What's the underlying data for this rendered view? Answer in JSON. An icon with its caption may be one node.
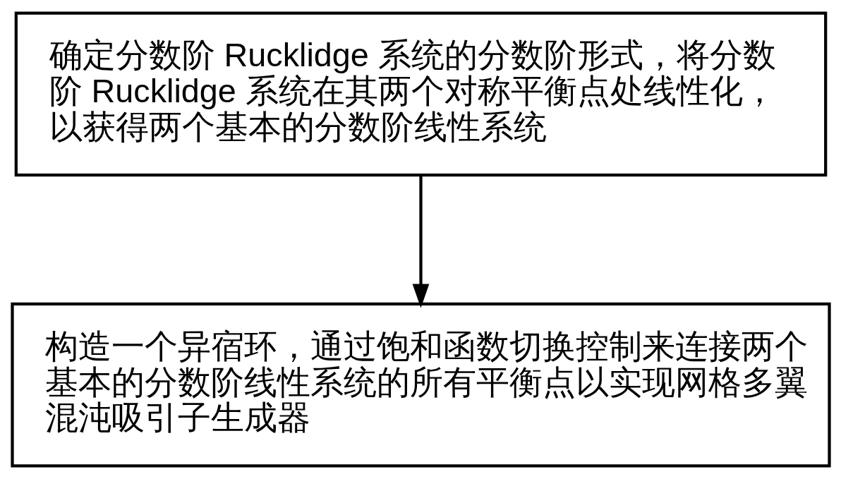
{
  "diagram": {
    "nodes": [
      {
        "text": [
          "确定分数阶 Rucklidge 系统的分数阶形式，将分数阶 Rucklidge 系统在其两个对称平衡点处线性化，以获得两个基本的分数阶线性系统"
        ]
      },
      {
        "text": [
          "构造一个异宿环，通过饱和函数切换控制来连接两个基本的分数阶线性系统的所有平衡点以实现网格多翼混沌吸引子生成器"
        ]
      }
    ],
    "edges": [
      {
        "from": 0,
        "to": 1,
        "arrow": "to"
      }
    ]
  }
}
